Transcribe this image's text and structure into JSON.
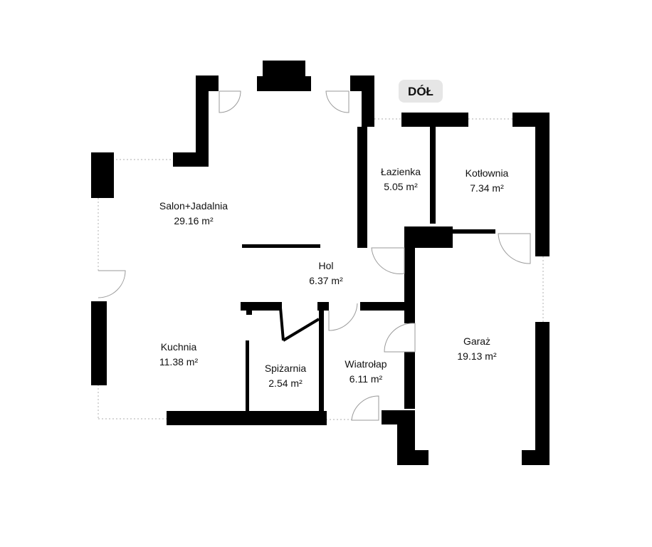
{
  "floor_label": "DÓŁ",
  "rooms": [
    {
      "id": "salon",
      "name": "Salon+Jadalnia",
      "area": "29.16 m²"
    },
    {
      "id": "lazienka",
      "name": "Łazienka",
      "area": "5.05 m²"
    },
    {
      "id": "kotlownia",
      "name": "Kotłownia",
      "area": "7.34 m²"
    },
    {
      "id": "hol",
      "name": "Hol",
      "area": "6.37 m²"
    },
    {
      "id": "kuchnia",
      "name": "Kuchnia",
      "area": "11.38 m²"
    },
    {
      "id": "spizarnia",
      "name": "Spiżarnia",
      "area": "2.54 m²"
    },
    {
      "id": "wiatrolap",
      "name": "Wiatrołap",
      "area": "6.11 m²"
    },
    {
      "id": "garaz",
      "name": "Garaż",
      "area": "19.13 m²"
    }
  ],
  "colors": {
    "wall": "#000000",
    "badge": "#e6e6e6",
    "text": "#111111"
  }
}
